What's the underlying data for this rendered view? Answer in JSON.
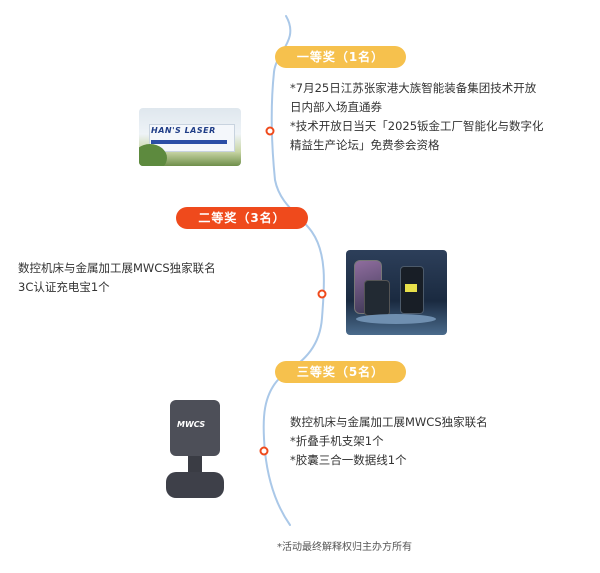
{
  "prizes": {
    "first": {
      "badge": "一等奖（1名）",
      "lines": [
        "*7月25日江苏张家港大族智能装备集团技术开放",
        "日内部入场直通券",
        "*技术开放日当天「2025钣金工厂智能化与数字化",
        "精益生产论坛」免费参会资格"
      ],
      "image_sign_text": "HAN'S LASER"
    },
    "second": {
      "badge": "二等奖（3名）",
      "lines": [
        "数控机床与金属加工展MWCS独家联名",
        "3C认证充电宝1个"
      ]
    },
    "third": {
      "badge": "三等奖（5名）",
      "lines": [
        "数控机床与金属加工展MWCS独家联名",
        "*折叠手机支架1个",
        "*胶囊三合一数据线1个"
      ],
      "image_logo_text": "MWCS"
    }
  },
  "footer_note": "*活动最终解释权归主办方所有",
  "colors": {
    "timeline_blue": "#aac8e8",
    "node_red": "#ef4a1c",
    "badge_gold": "#f6c14d",
    "badge_red": "#ef4a1c"
  }
}
